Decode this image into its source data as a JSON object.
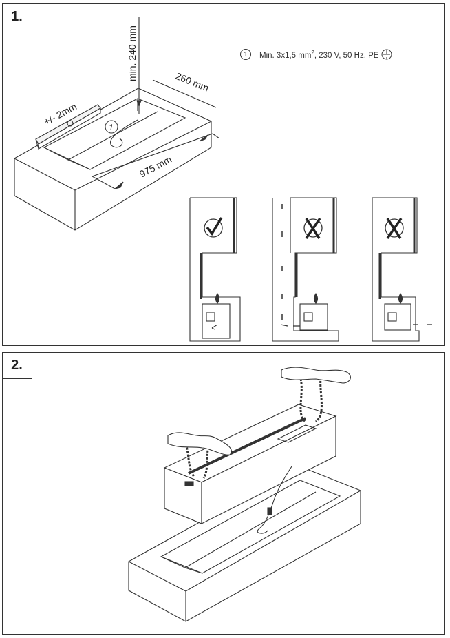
{
  "steps": [
    {
      "number": "1."
    },
    {
      "number": "2."
    }
  ],
  "dimensions": {
    "tolerance": "+/-   2mm",
    "height": "min. 240 mm",
    "depth": "260 mm",
    "length": "975 mm"
  },
  "cable_note": {
    "marker": "1",
    "text_pre": "Min. 3x1,5 mm",
    "sup": "2",
    "text_post": ", 230 V, 50 Hz, PE"
  },
  "install_options": [
    {
      "status": "correct",
      "icon": "check-icon"
    },
    {
      "status": "incorrect",
      "icon": "cross-icon"
    },
    {
      "status": "incorrect",
      "icon": "cross-icon"
    }
  ]
}
